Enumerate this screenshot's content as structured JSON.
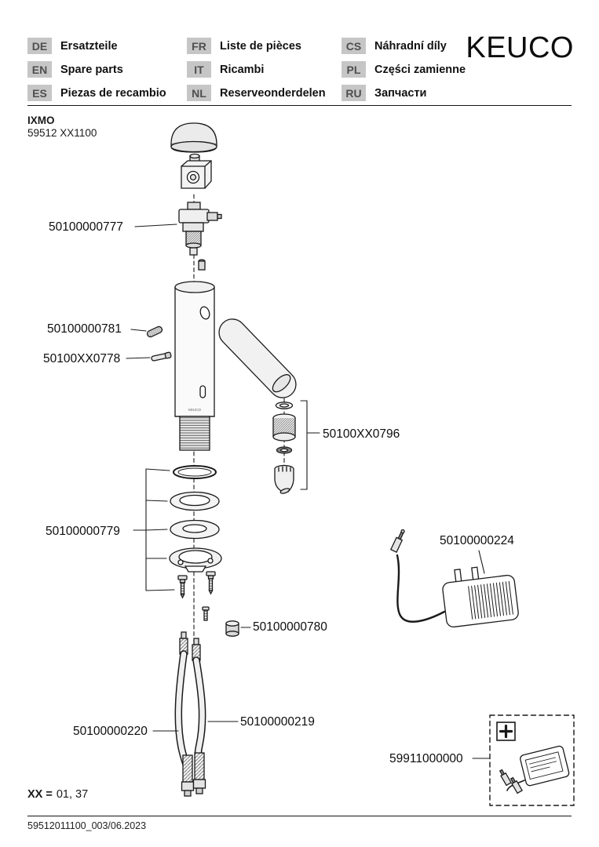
{
  "header": {
    "brand": "KEUCO",
    "columns": [
      {
        "rows": [
          {
            "code": "DE",
            "label": "Ersatzteile"
          },
          {
            "code": "EN",
            "label": "Spare parts"
          },
          {
            "code": "ES",
            "label": "Piezas de recambio"
          }
        ]
      },
      {
        "rows": [
          {
            "code": "FR",
            "label": "Liste de pièces"
          },
          {
            "code": "IT",
            "label": "Ricambi"
          },
          {
            "code": "NL",
            "label": "Reserveonderdelen"
          }
        ]
      },
      {
        "rows": [
          {
            "code": "CS",
            "label": "Náhradní díly"
          },
          {
            "code": "PL",
            "label": "Części zamienne"
          },
          {
            "code": "RU",
            "label": "Запчасти"
          }
        ]
      }
    ]
  },
  "product": {
    "name": "IXMO",
    "model": "59512 XX1100"
  },
  "parts": {
    "valve": "50100000777",
    "retaining_clip": "50100000781",
    "pin": "50100XX0778",
    "aerator_set": "50100XX0796",
    "fastening_set": "50100000779",
    "cap": "50100000780",
    "power_supply": "50100000224",
    "hose_right": "50100000219",
    "hose_left": "50100000220",
    "accessory_kit": "59911000000"
  },
  "diagram": {
    "body_logo": "KEUCO"
  },
  "note": {
    "label": "XX =",
    "values": "01, 37"
  },
  "footer": {
    "document_number": "59512011100_003/06.2023"
  }
}
